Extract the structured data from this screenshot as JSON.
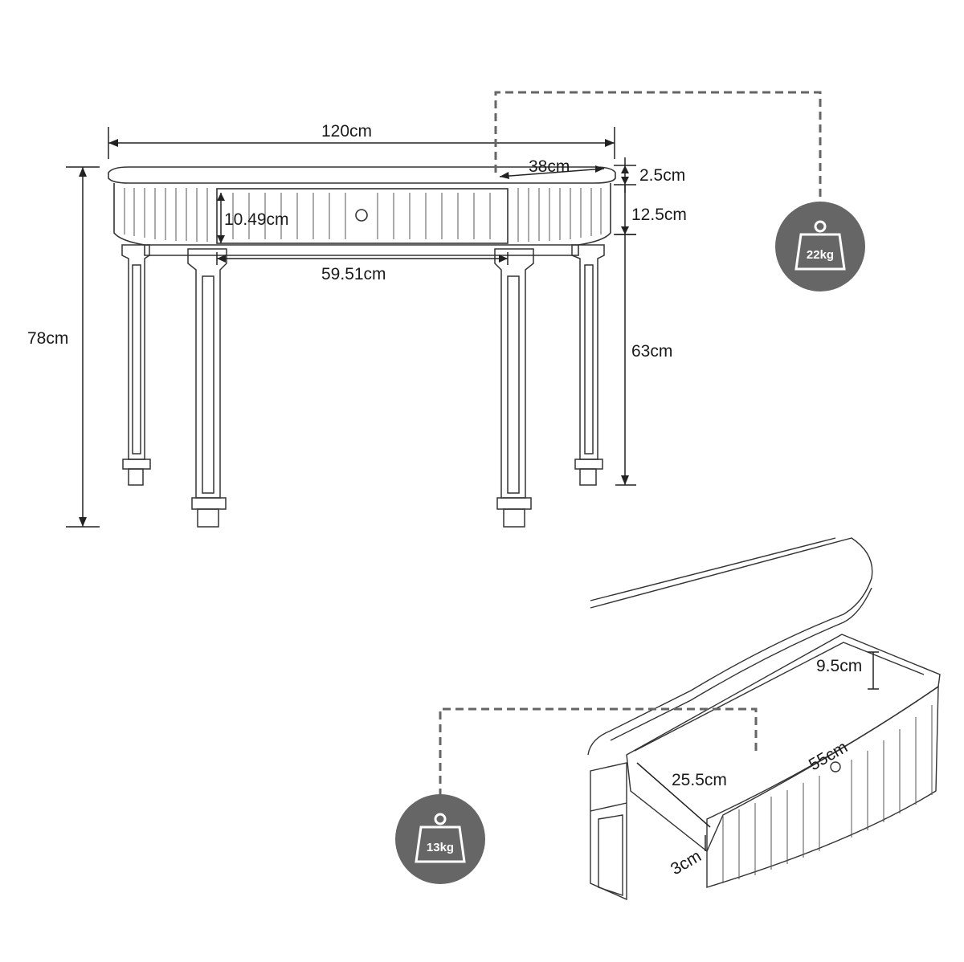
{
  "main_view": {
    "dimensions": {
      "total_width": "120cm",
      "depth": "38cm",
      "top_thickness": "2.5cm",
      "apron_height": "12.5cm",
      "drawer_front_height": "10.49cm",
      "drawer_front_width": "59.51cm",
      "total_height": "78cm",
      "leg_height": "63cm"
    },
    "weight_badge": {
      "label": "22kg",
      "icon": "weight-icon"
    }
  },
  "drawer_view": {
    "dimensions": {
      "drawer_depth": "9.5cm",
      "drawer_length": "55cm",
      "drawer_width": "25.5cm",
      "drawer_side": "3cm"
    },
    "weight_badge": {
      "label": "13kg",
      "icon": "weight-icon"
    }
  },
  "colors": {
    "line": "#333333",
    "badge": "#666666",
    "dashed": "#666666"
  }
}
